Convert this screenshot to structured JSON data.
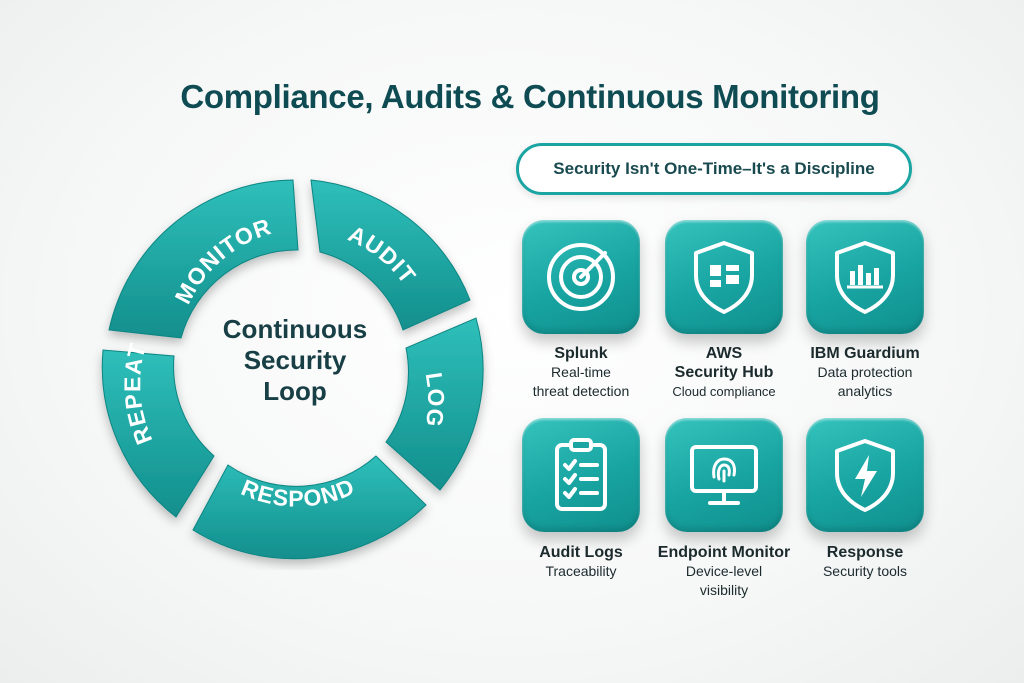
{
  "title": "Compliance, Audits & Continuous Monitoring",
  "tagline": "Security Isn't One-Time–It's a Discipline",
  "loop": {
    "center": [
      "Continuous",
      "Security",
      "Loop"
    ],
    "segments": [
      "MONITOR",
      "AUDIT",
      "LOG",
      "RESPOND",
      "REPEAT"
    ]
  },
  "colors": {
    "teal": "#1aa5a3",
    "dark_teal": "#0f4b52",
    "text": "#1b2a2c"
  },
  "tools": [
    {
      "icon": "radar-icon",
      "name": "Splunk",
      "desc": [
        "Real-time",
        "threat detection"
      ]
    },
    {
      "icon": "shield-dashboard-icon",
      "name": "AWS",
      "name2": "Security Hub",
      "desc": [
        "Cloud compliance"
      ]
    },
    {
      "icon": "shield-chart-icon",
      "name": "IBM Guardium",
      "desc": [
        "Data protection",
        "analytics"
      ]
    },
    {
      "icon": "checklist-icon",
      "name": "Audit Logs",
      "desc": [
        "Traceability"
      ]
    },
    {
      "icon": "monitor-fingerprint-icon",
      "name": "Endpoint Monitor",
      "desc": [
        "Device-level",
        "visibility"
      ]
    },
    {
      "icon": "shield-lightning-icon",
      "name": "Response",
      "desc": [
        "Security tools"
      ]
    }
  ]
}
